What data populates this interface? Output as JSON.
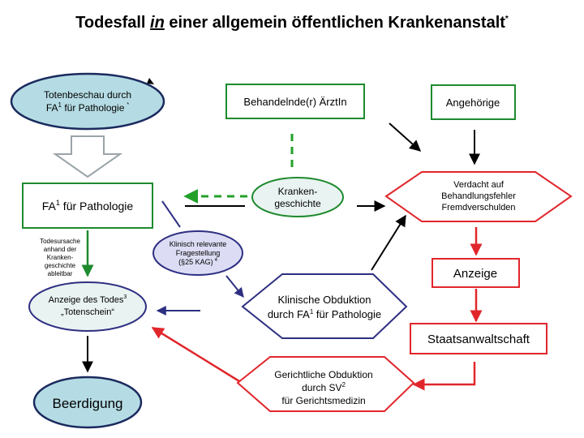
{
  "title": {
    "before": "Todesfall ",
    "emph": "in",
    "after": " einer allgemein öffentlichen Krankenanstalt",
    "mark": "*"
  },
  "nodes": {
    "totenbeschau": {
      "line1": "Totenbeschau durch",
      "line2a": "FA",
      "line2sup": "1",
      "line2b": " für Pathologie",
      "mark": "*"
    },
    "behandelnde": {
      "label": "Behandelnde(r) ÄrztIn"
    },
    "angehoerige": {
      "label": "Angehörige"
    },
    "fa_pathologie": {
      "a": "FA",
      "sup": "1",
      "b": " für Pathologie"
    },
    "krankengeschichte": {
      "line1": "Kranken-",
      "line2": "geschichte"
    },
    "verdacht": {
      "line1": "Verdacht auf",
      "line2": "Behandlungsfehler",
      "line3": "Fremdverschulden"
    },
    "todesursache_note": {
      "line1": "Todesursache",
      "line2": "anhand der",
      "line3": "Kranken-",
      "line4": "geschichte",
      "line5": "ableitbar"
    },
    "fragestellung": {
      "line1": "Klinisch relevante",
      "line2": "Fragestellung",
      "line3": "(§25 KAG)",
      "sup": "4"
    },
    "anzeige": {
      "label": "Anzeige"
    },
    "anzeige_todes": {
      "line1a": "Anzeige des Todes",
      "line1sup": "3",
      "line2": "„Totenschein“"
    },
    "klinische_obduktion": {
      "line1": "Klinische Obduktion",
      "line2a": "durch FA",
      "line2sup": "1",
      "line2b": " für Pathologie"
    },
    "staatsanwaltschaft": {
      "label": "Staatsanwaltschaft"
    },
    "gerichtliche_obduktion": {
      "line1": "Gerichtliche Obduktion",
      "line2a": "durch SV",
      "line2sup": "2",
      "line3": "für Gerichtsmedizin"
    },
    "beerdigung": {
      "label": "Beerdigung"
    }
  },
  "colors": {
    "green": "#1e8a2e",
    "dashed_green": "#23a02a",
    "red": "#e0262b",
    "navy": "#2e2f82",
    "ellipse_teal": "#b5dce4",
    "ellipse_lavender": "#dcdcf4",
    "ellipse_pale": "#e9f3f1",
    "hollow_arrow": "#9aa4a8"
  }
}
